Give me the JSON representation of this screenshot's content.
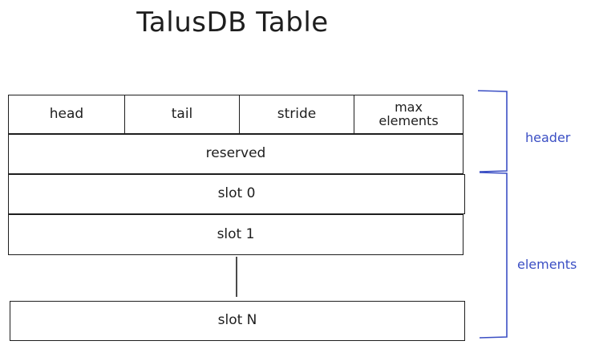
{
  "title": "TalusDB Table",
  "header_fields": {
    "head": "head",
    "tail": "tail",
    "stride": "stride",
    "max_elements": "max\nelements"
  },
  "reserved": "reserved",
  "slots": {
    "slot0": "slot 0",
    "slot1": "slot 1",
    "slotN": "slot N"
  },
  "braces": {
    "header": "header",
    "elements": "elements"
  },
  "colors": {
    "stroke": "#1e1e1e",
    "brace": "#3b4fc4",
    "background": "#ffffff"
  }
}
